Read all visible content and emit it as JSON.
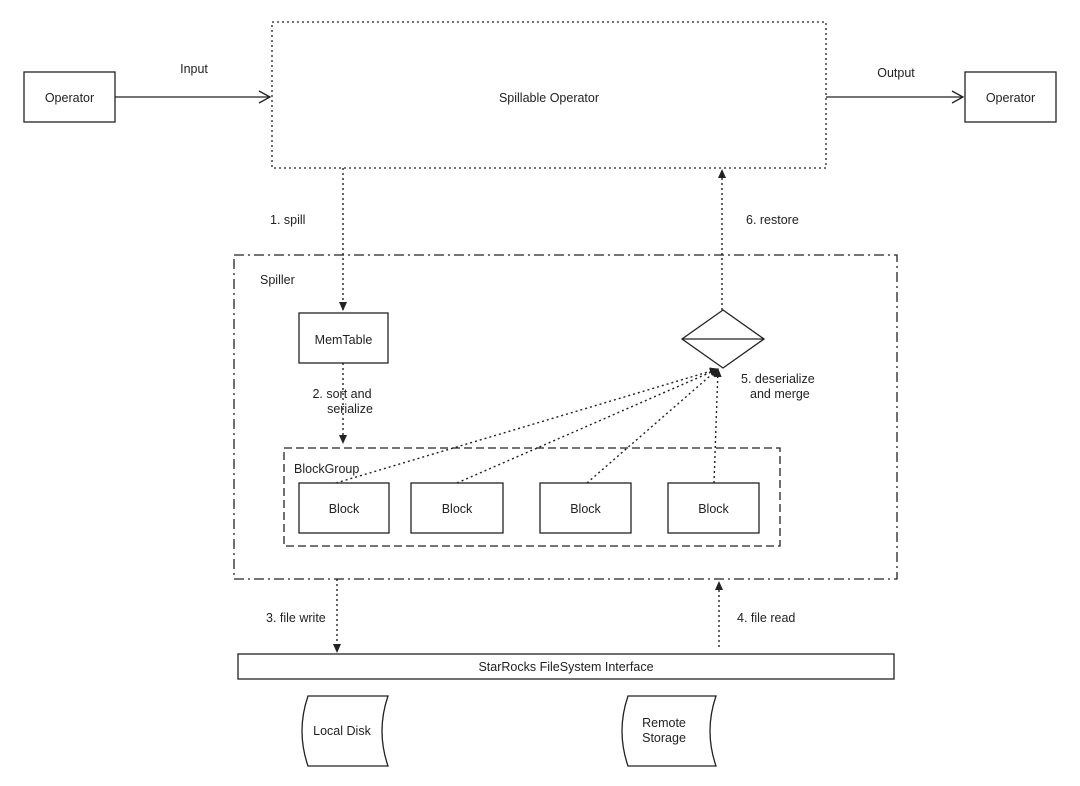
{
  "nodes": {
    "input_operator": "Operator",
    "output_operator": "Operator",
    "spillable_operator": "Spillable Operator",
    "spiller": "Spiller",
    "memtable": "MemTable",
    "blockgroup": "BlockGroup",
    "blocks": [
      "Block",
      "Block",
      "Block",
      "Block"
    ],
    "filesystem": "StarRocks FileSystem Interface",
    "local_disk": "Local Disk",
    "remote_storage": [
      "Remote",
      "Storage"
    ]
  },
  "edges": {
    "input": "Input",
    "output": "Output",
    "spill": "1. spill",
    "sort_serialize": [
      "2. sort and",
      "serialize"
    ],
    "file_write": "3. file write",
    "file_read": "4. file read",
    "deserialize_merge": [
      "5. deserialize",
      "and merge"
    ],
    "restore": "6. restore"
  }
}
